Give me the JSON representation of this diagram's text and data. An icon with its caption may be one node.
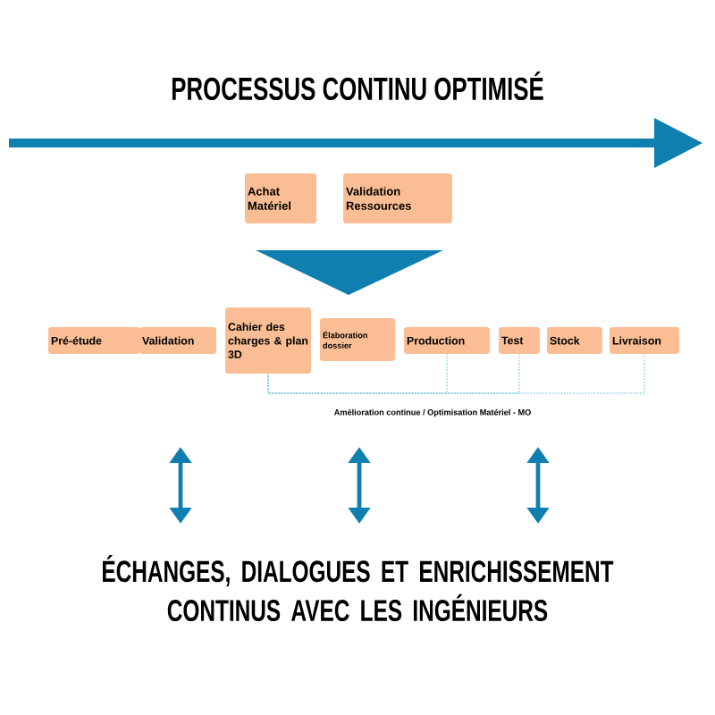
{
  "diagram": {
    "title": "PROCESSUS CONTINU OPTIMISÉ",
    "nodes": [
      {
        "text": [
          "Achat Matériel"
        ]
      },
      {
        "text": [
          "Validation Ressources"
        ]
      },
      {
        "text": [
          "Pré-étude"
        ]
      },
      {
        "text": [
          "Validation"
        ]
      },
      {
        "text": [
          "Cahier des charges & plan 3D"
        ]
      },
      {
        "text": [
          "Élaboration dossier"
        ]
      },
      {
        "text": [
          "Production"
        ]
      },
      {
        "text": [
          "Test"
        ]
      },
      {
        "text": [
          "Stock"
        ]
      },
      {
        "text": [
          "Livraison"
        ]
      }
    ],
    "edges": [
      {
        "from": 6,
        "to": 4,
        "arrow": "none",
        "style": "dashed"
      },
      {
        "from": 7,
        "to": 4,
        "arrow": "none",
        "style": "dashed"
      },
      {
        "from": 9,
        "to": 4,
        "arrow": "none",
        "style": "dashed",
        "label": "Amélioration continue / Optimisation Matériel - MO"
      }
    ],
    "labels": [
      "ÉCHANGES, DIALOGUES ET ENRICHISSEMENT CONTINUS AVEC LES INGÉNIEURS"
    ]
  }
}
